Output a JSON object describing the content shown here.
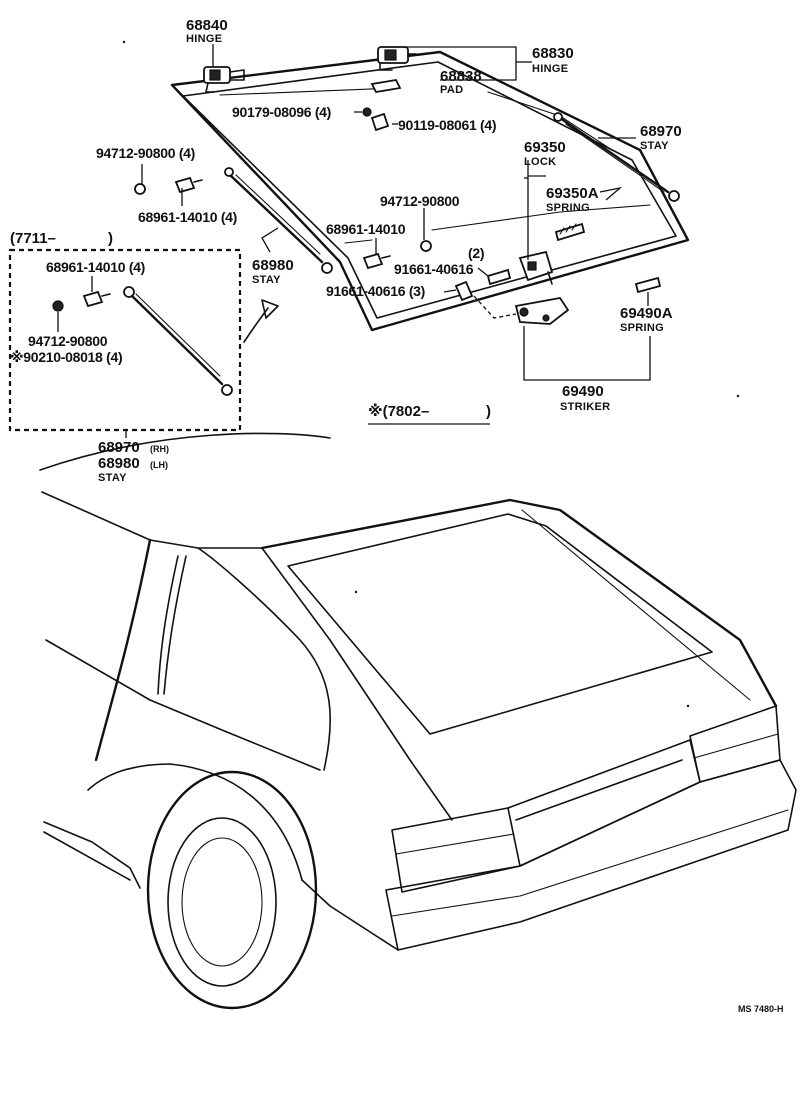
{
  "labels": {
    "hinge_68840": {
      "part": "68840",
      "name": "HINGE"
    },
    "hinge_68830": {
      "part": "68830",
      "name": "HINGE"
    },
    "pad_68838": {
      "part": "68838",
      "name": "PAD"
    },
    "bolt_90179": {
      "part": "90179-08096 (4)"
    },
    "nut_90119": {
      "part": "90119-08061 (4)"
    },
    "stay_68970": {
      "part": "68970",
      "name": "STAY"
    },
    "lock_69350": {
      "part": "69350",
      "name": "LOCK"
    },
    "spring_69350A": {
      "part": "69350A",
      "name": "SPRING"
    },
    "washer_94712_qty": {
      "part": "94712-90800 (4)"
    },
    "stud_68961_qty": {
      "part": "68961-14010 (4)"
    },
    "washer_94712": {
      "part": "94712-90800"
    },
    "stud_68961": {
      "part": "68961-14010"
    },
    "stay_68980": {
      "part": "68980",
      "name": "STAY"
    },
    "bolt_91661_2": {
      "qty": "(2)",
      "part": "91661-40616"
    },
    "bolt_91661_3": {
      "part": "91661-40616 (3)"
    },
    "spring_69490A": {
      "part": "69490A",
      "name": "SPRING"
    },
    "striker_69490": {
      "part": "69490",
      "name": "STRIKER"
    },
    "inset_date": "(7711–",
    "inset_close": ")",
    "inset_stud": "68961-14010 (4)",
    "inset_washer": "94712-90800",
    "inset_bolt": "※90210-08018 (4)",
    "note_date": "※(7802–",
    "note_close": ")",
    "stay_rh": {
      "part": "68970",
      "suffix": "(RH)"
    },
    "stay_lh": {
      "part": "68980",
      "suffix": "(LH)"
    },
    "stay_name": "STAY",
    "drawing_code": "MS  7480-H"
  }
}
